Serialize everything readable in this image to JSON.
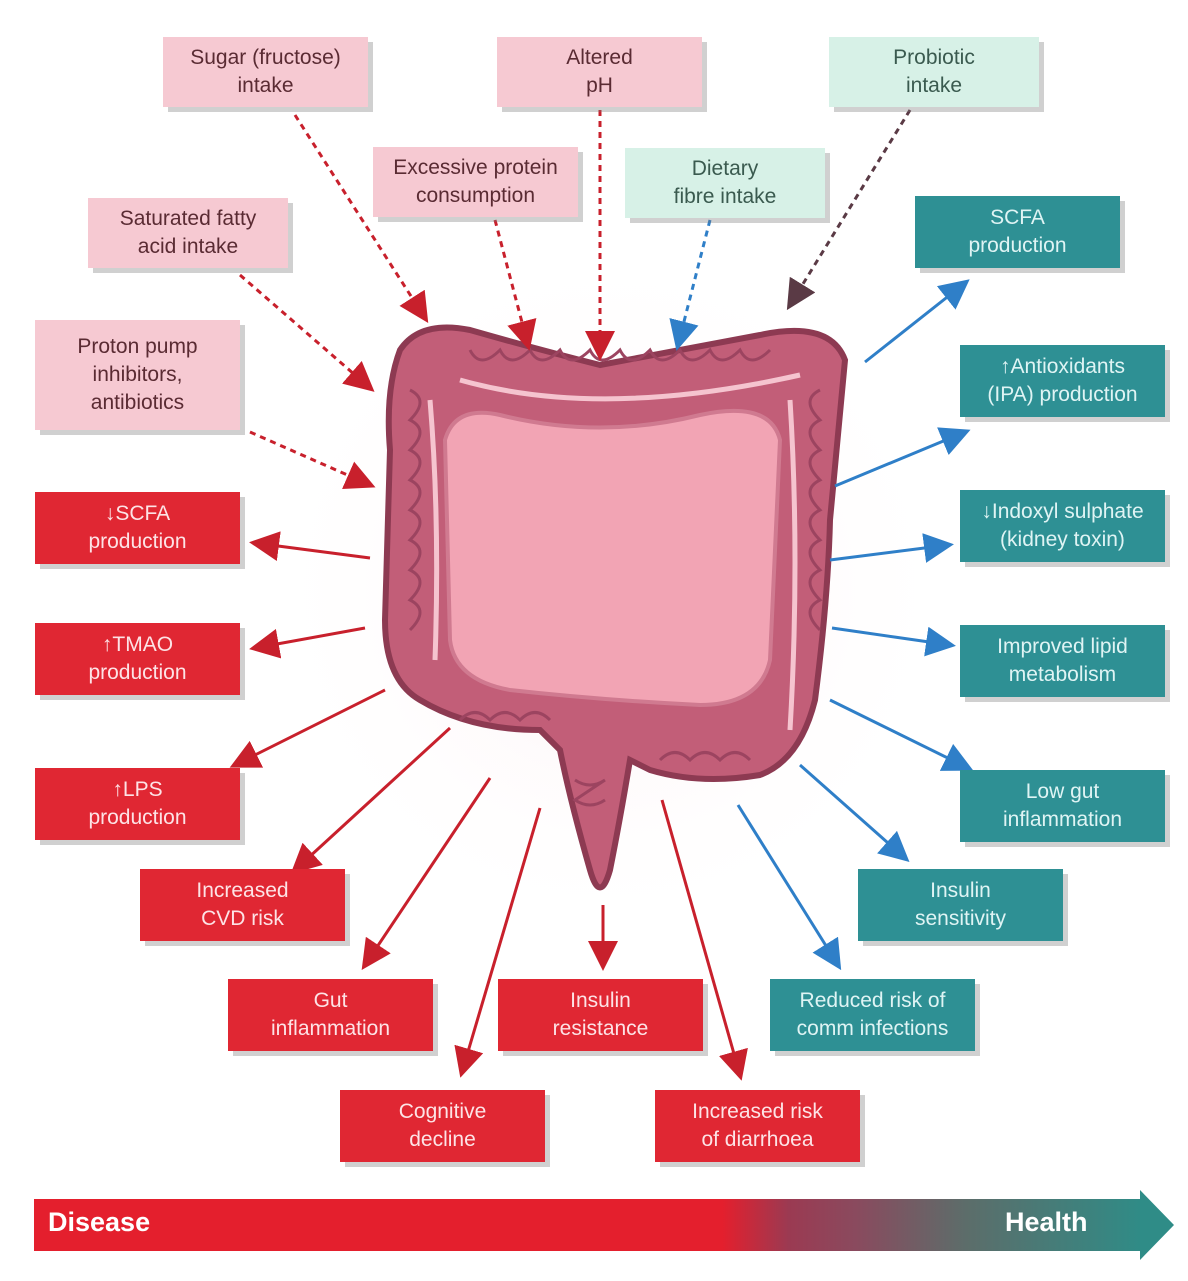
{
  "inputs": {
    "sugar": "Sugar (fructose)\nintake",
    "altered_ph": "Altered\npH",
    "probiotic": "Probiotic\nintake",
    "protein": "Excessive protein\nconsumption",
    "fibre": "Dietary\nfibre intake",
    "saturated_fat": "Saturated fatty\nacid intake",
    "ppi": "Proton pump\ninhibitors,\nantibiotics"
  },
  "disease_outcomes": {
    "ascfa": "↓SCFA\nproduction",
    "tmao": "↑TMAO\nproduction",
    "lps": "↑LPS\nproduction",
    "cvd": "Increased\nCVD risk",
    "gut_inflammation": "Gut\ninflammation",
    "insulin_resistance": "Insulin\nresistance",
    "cognitive": "Cognitive\ndecline",
    "diarrhoea": "Increased risk\nof diarrhoea"
  },
  "health_outcomes": {
    "scfa": "SCFA\nproduction",
    "antioxidants": "↑Antioxidants\n(IPA) production",
    "indoxyl": "↓Indoxyl sulphate\n(kidney toxin)",
    "lipid": "Improved lipid\nmetabolism",
    "low_gut": "Low gut\ninflammation",
    "insulin_sensitivity": "Insulin\nsensitivity",
    "infections": "Reduced risk of\ncomm infections"
  },
  "scale": {
    "disease": "Disease",
    "health": "Health"
  },
  "colors": {
    "disease_red": "#e02733",
    "health_teal": "#2e9094",
    "input_pink": "#f6c9d2",
    "input_mint": "#d7f1e7",
    "colon": "#c25e78"
  }
}
